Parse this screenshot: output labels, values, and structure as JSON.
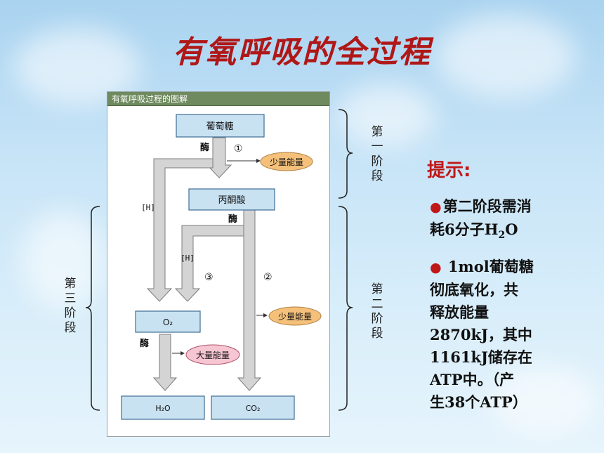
{
  "slide": {
    "title": "有氧呼吸的全过程"
  },
  "figure": {
    "caption": "有氧呼吸过程的图解",
    "nodes": {
      "glucose": "葡萄糖",
      "pyruvate": "丙酮酸",
      "oxygen": "O₂",
      "water": "H₂O",
      "co2": "CO₂"
    },
    "enzyme_label": "酶",
    "hydrogen_label": "[H]",
    "steps": {
      "one": "①",
      "two": "②",
      "three": "③"
    },
    "energy": {
      "small_1": "少量能量",
      "small_2": "少量能量",
      "large": "大量能量"
    }
  },
  "stages": {
    "first": "第\n一\n阶\n段",
    "second": "第\n二\n阶\n段",
    "third": "第\n三\n阶\n段"
  },
  "hints": {
    "title": "提示:",
    "item1_line1": "第二阶段需消",
    "item1_line2_prefix": "耗6分子H",
    "item1_sub": "2",
    "item1_line2_suffix": "O",
    "item2_lines": [
      "1mol葡萄糖",
      "彻底氧化，共",
      "释放能量",
      "2870kJ，其中",
      "1161kJ储存在",
      "ATP中。（产",
      "生38个ATP）"
    ]
  },
  "colors": {
    "title": "#b01717",
    "box_fill": "#c8e2f2",
    "box_stroke": "#3f6d94",
    "arrow_fill": "#d4d4d4",
    "arrow_stroke": "#7d7d7d",
    "small_energy": "#f4c07a",
    "large_energy": "#f6c6d2"
  }
}
